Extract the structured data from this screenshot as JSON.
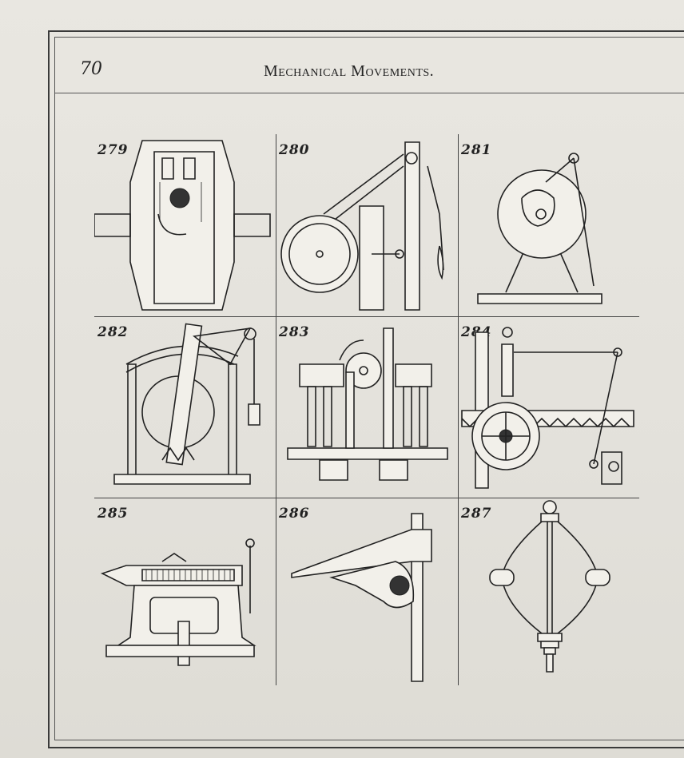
{
  "header": {
    "page_number": "70",
    "running_head": "Mechanical Movements."
  },
  "figures": [
    {
      "number": "279"
    },
    {
      "number": "280"
    },
    {
      "number": "281"
    },
    {
      "number": "282"
    },
    {
      "number": "283"
    },
    {
      "number": "284"
    },
    {
      "number": "285"
    },
    {
      "number": "286"
    },
    {
      "number": "287"
    }
  ]
}
